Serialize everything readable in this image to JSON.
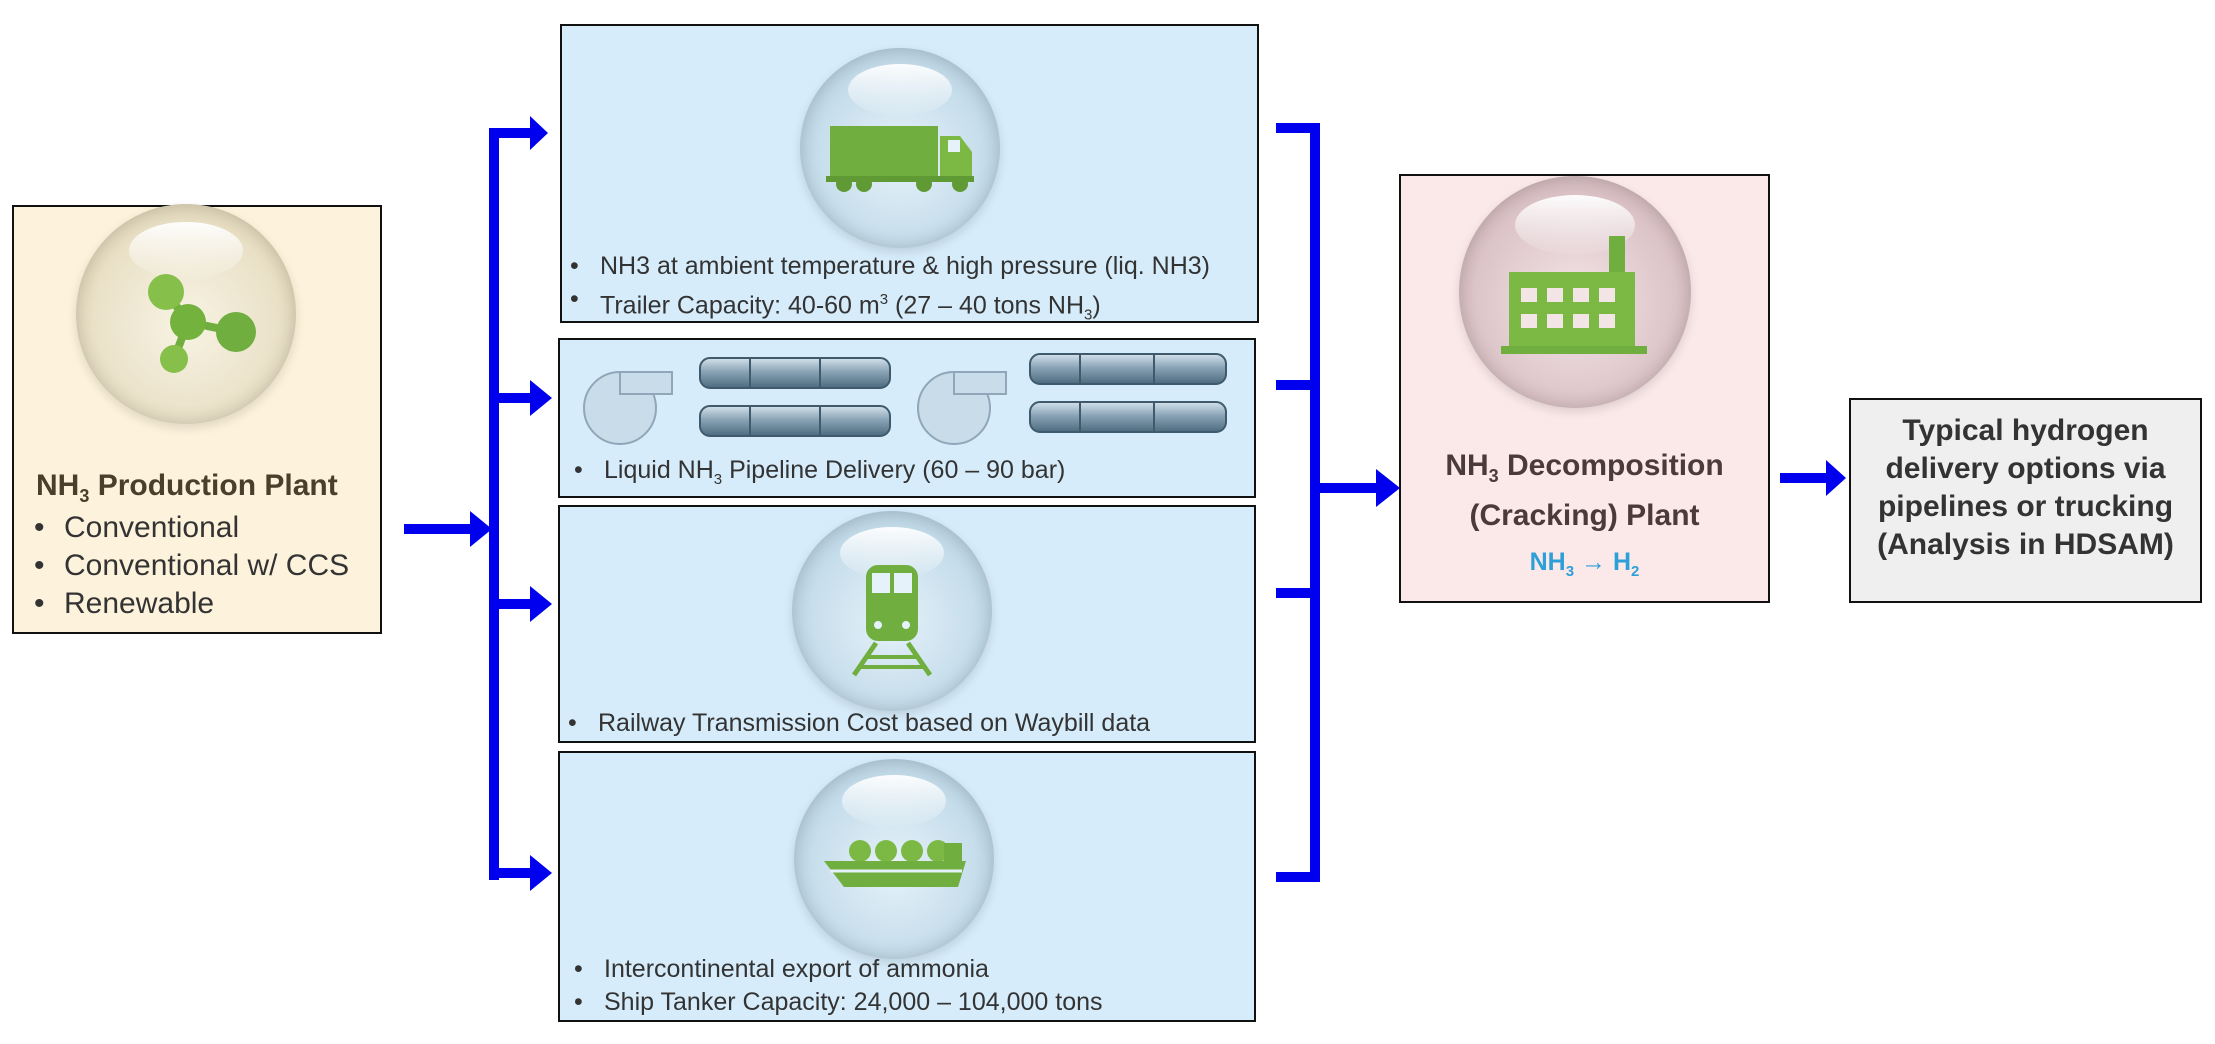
{
  "production": {
    "title_main": "NH",
    "title_sub": "3",
    "title_rest": " Production Plant",
    "items": [
      "Conventional",
      "Conventional w/ CCS",
      "Renewable"
    ]
  },
  "truck": {
    "line1": "NH3 at ambient temperature & high pressure (liq. NH3)",
    "line2_a": "Trailer Capacity: 40-60 m",
    "line2_sup": "3",
    "line2_b": " (27 – 40 tons NH",
    "line2_sub": "3",
    "line2_c": ")"
  },
  "pipeline": {
    "line_a": "Liquid NH",
    "line_sub": "3",
    "line_b": " Pipeline Delivery (60 – 90 bar)"
  },
  "rail": {
    "line1": "Railway Transmission Cost based on Waybill data"
  },
  "ship": {
    "line1": "Intercontinental export of ammonia",
    "line2": "Ship Tanker Capacity: 24,000 – 104,000 tons"
  },
  "cracking": {
    "title_a": "NH",
    "title_sub": "3",
    "title_b": " Decomposition",
    "title_line2": "(Cracking) Plant",
    "formula_a": "NH",
    "formula_sub1": "3",
    "formula_arrow": " → H",
    "formula_sub2": "2"
  },
  "delivery": {
    "lines": [
      "Typical hydrogen",
      "delivery options via",
      "pipelines or trucking",
      "(Analysis in HDSAM)"
    ]
  },
  "colors": {
    "arrow": "#0000ee",
    "production_fill": "#fdf3dc",
    "transport_fill": "#d6ecfa",
    "cracking_fill": "#fbe9ea",
    "delivery_fill": "#efefef",
    "icon_green": "#6fae3f",
    "formula_blue": "#2ea0d8"
  }
}
